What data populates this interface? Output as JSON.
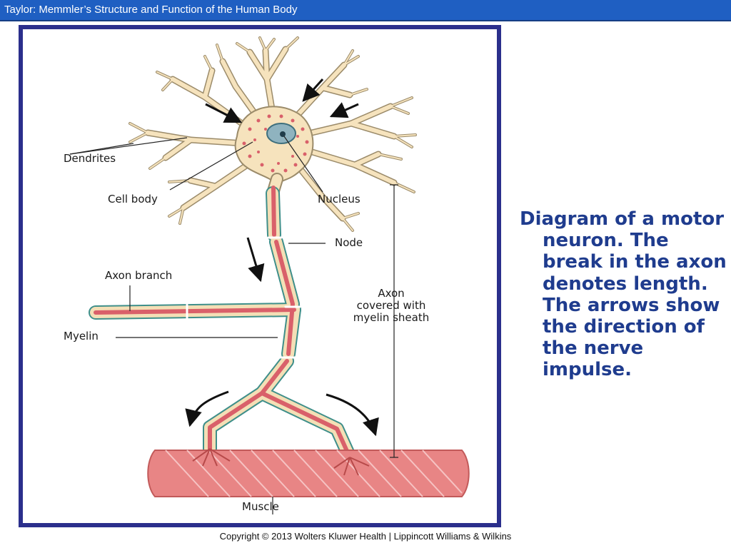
{
  "header": {
    "title": "Taylor: Memmler’s Structure and Function of the Human Body"
  },
  "figure": {
    "labels": {
      "dendrites": "Dendrites",
      "cell_body": "Cell body",
      "nucleus": "Nucleus",
      "node": "Node",
      "axon_branch": "Axon branch",
      "axon_line1": "Axon",
      "axon_line2": "covered with",
      "axon_line3": "myelin sheath",
      "myelin": "Myelin",
      "muscle": "Muscle"
    },
    "colors": {
      "dendrite_fill": "#f6e3bd",
      "dendrite_stroke": "#9b8b6a",
      "axon_core": "#d9606a",
      "myelin": "#f4dfb6",
      "sheath_edge": "#3e8f8a",
      "muscle": "#e88585",
      "frame": "#2b2f8c"
    }
  },
  "caption": "Diagram of a motor neuron. The break in the axon denotes length. The arrows show the direction of the nerve impulse.",
  "footer": "Copyright © 2013 Wolters Kluwer Health | Lippincott Williams & Wilkins"
}
